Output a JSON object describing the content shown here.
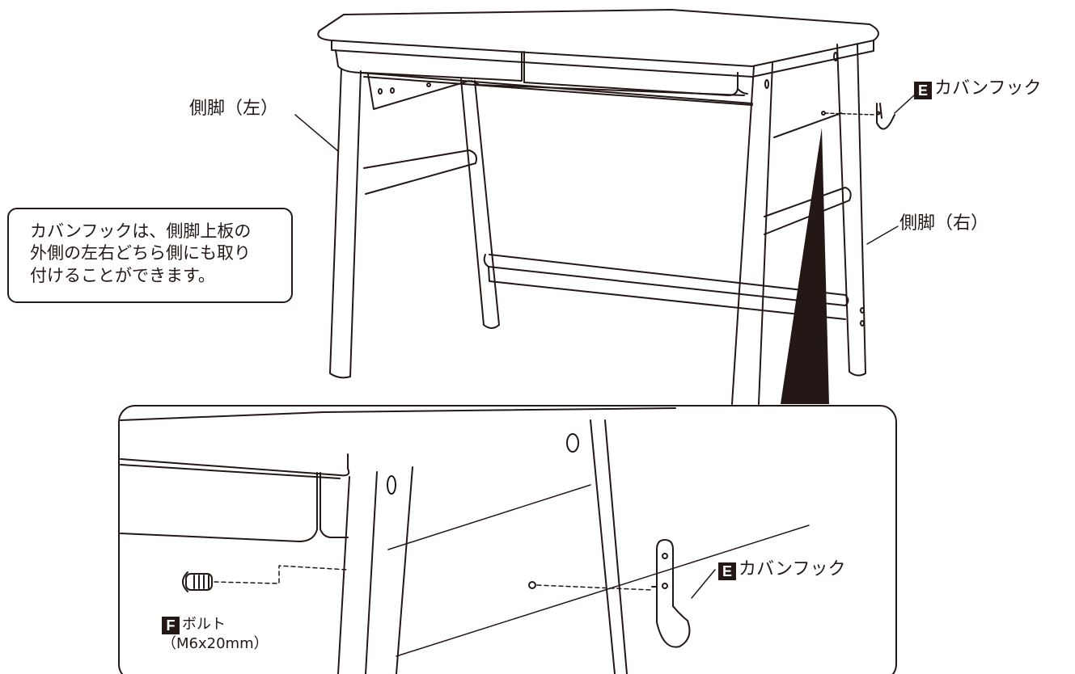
{
  "labels": {
    "left_leg": "側脚（左）",
    "right_leg": "側脚（右）",
    "hook_top": {
      "letter": "E",
      "text": "カバンフック"
    },
    "hook_detail": {
      "letter": "E",
      "text": "カバンフック"
    },
    "bolt": {
      "letter": "F",
      "name": "ボルト",
      "size": "（M6x20mm）"
    }
  },
  "note": {
    "lines": [
      "カバンフックは、側脚上板の",
      "外側の左右どちら側にも取り",
      "付けることができます。"
    ]
  }
}
